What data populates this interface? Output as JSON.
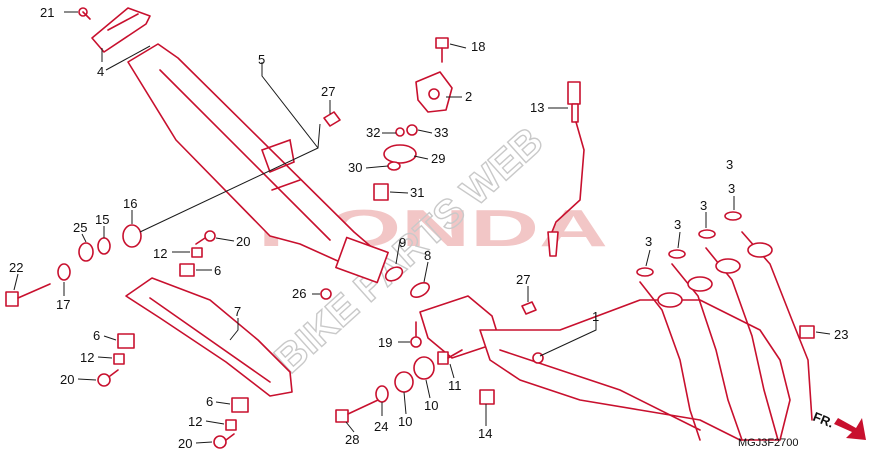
{
  "brand_logo": "HONDA",
  "watermark": "BIKE PARTS WEB",
  "diagram_code": "MGJ3F2700",
  "direction_label": "FR.",
  "colors": {
    "line": "#c8102e",
    "text": "#111111",
    "watermark": "#c9c9c9"
  },
  "callouts": {
    "c1": "1",
    "c2": "2",
    "c3a": "3",
    "c3b": "3",
    "c3c": "3",
    "c3d": "3",
    "c3e": "3",
    "c4": "4",
    "c5": "5",
    "c6a": "6",
    "c6b": "6",
    "c6c": "6",
    "c7": "7",
    "c8": "8",
    "c9": "9",
    "c10a": "10",
    "c10b": "10",
    "c11": "11",
    "c12a": "12",
    "c12b": "12",
    "c12c": "12",
    "c13": "13",
    "c14": "14",
    "c15": "15",
    "c16": "16",
    "c17": "17",
    "c18": "18",
    "c19": "19",
    "c20a": "20",
    "c20b": "20",
    "c20c": "20",
    "c21": "21",
    "c22": "22",
    "c23": "23",
    "c24": "24",
    "c25": "25",
    "c26": "26",
    "c27a": "27",
    "c27b": "27",
    "c28": "28",
    "c29": "29",
    "c30": "30",
    "c31": "31",
    "c32": "32",
    "c33": "33"
  }
}
